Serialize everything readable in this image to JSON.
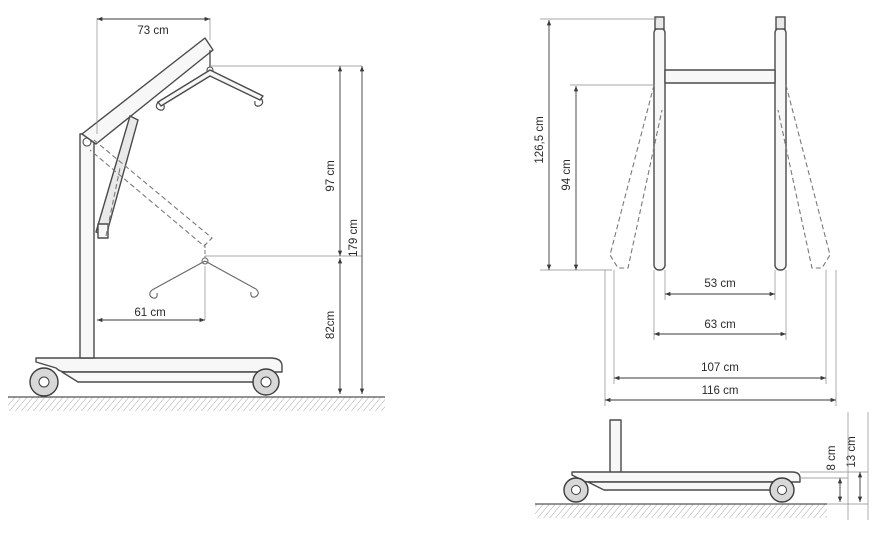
{
  "side_view": {
    "boom_reach": "73 cm",
    "sling_travel": "97 cm",
    "max_height": "179 cm",
    "min_height": "82cm",
    "low_reach": "61 cm"
  },
  "front_view": {
    "mast_height": "126,5 cm",
    "leg_height": "94 cm",
    "inner_width_closed": "53 cm",
    "outer_width_closed": "63 cm",
    "inner_width_open": "107 cm",
    "outer_width_open": "116 cm"
  },
  "base_view": {
    "leg_clearance": "8 cm",
    "overall_clearance": "13 cm"
  }
}
